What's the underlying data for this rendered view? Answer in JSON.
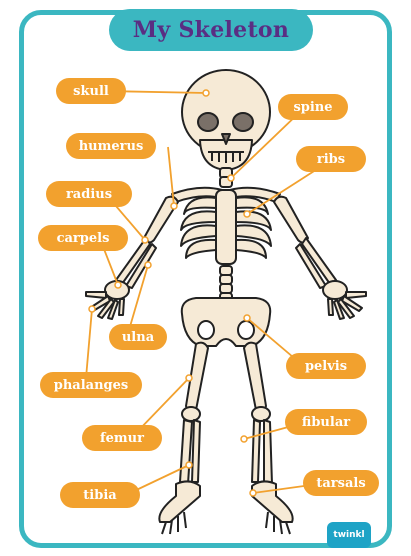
{
  "title": "My Skeleton",
  "brand": "twinkl",
  "labels": {
    "skull": "skull",
    "spine": "spine",
    "humerus": "humerus",
    "ribs": "ribs",
    "radius": "radius",
    "carpels": "carpels",
    "ulna": "ulna",
    "pelvis": "pelvis",
    "phalanges": "phalanges",
    "femur": "femur",
    "fibular": "fibular",
    "tibia": "tibia",
    "tarsals": "tarsals"
  },
  "colors": {
    "frame": "#3bb7c1",
    "title_text": "#5a2e83",
    "label_fill": "#f2a12e",
    "bone": "#f6ead6",
    "bone_outline": "#222222"
  }
}
